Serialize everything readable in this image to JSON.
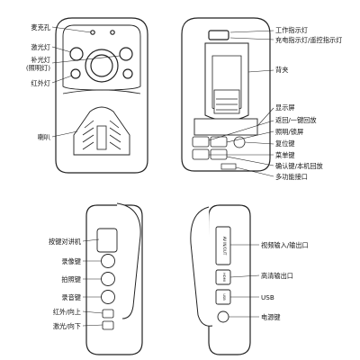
{
  "labels_front": {
    "mic": "麦克孔",
    "laser": "激光灯",
    "fill_light_line1": "补光灯",
    "fill_light_line2": "(照明灯)",
    "infrared": "红外灯",
    "speaker": "喇叭"
  },
  "labels_back": {
    "work_indicator": "工作指示灯",
    "charge_indicator": "充电指示灯/遥控指示灯",
    "back_clip": "背夹",
    "display": "显示屏",
    "return_playback": "返回/一键回放",
    "lighting_lock": "照明/锁屏",
    "reset": "复位键",
    "menu": "菜单键",
    "confirm_playback": "确认键/本机回放",
    "multi_port": "多功能接口"
  },
  "labels_left_side": {
    "ptt": "按键对讲机",
    "record_video": "录像键",
    "photo": "拍照键",
    "record_audio": "录音键",
    "ir_up": "红外/向上",
    "laser_down": "激光/向下"
  },
  "labels_right_side": {
    "av_io": "视频输入/输出口",
    "hdmi_out": "高清输出口",
    "usb": "USB",
    "power": "电源键"
  },
  "device_marks": {
    "av_port": "AV IN/OUT",
    "hdmi_port": "HDMI",
    "usb_port": "USB"
  },
  "colors": {
    "line": "#222222",
    "label_text": "#111111",
    "body_fill": "#ffffff",
    "dark_fill": "#333333"
  }
}
